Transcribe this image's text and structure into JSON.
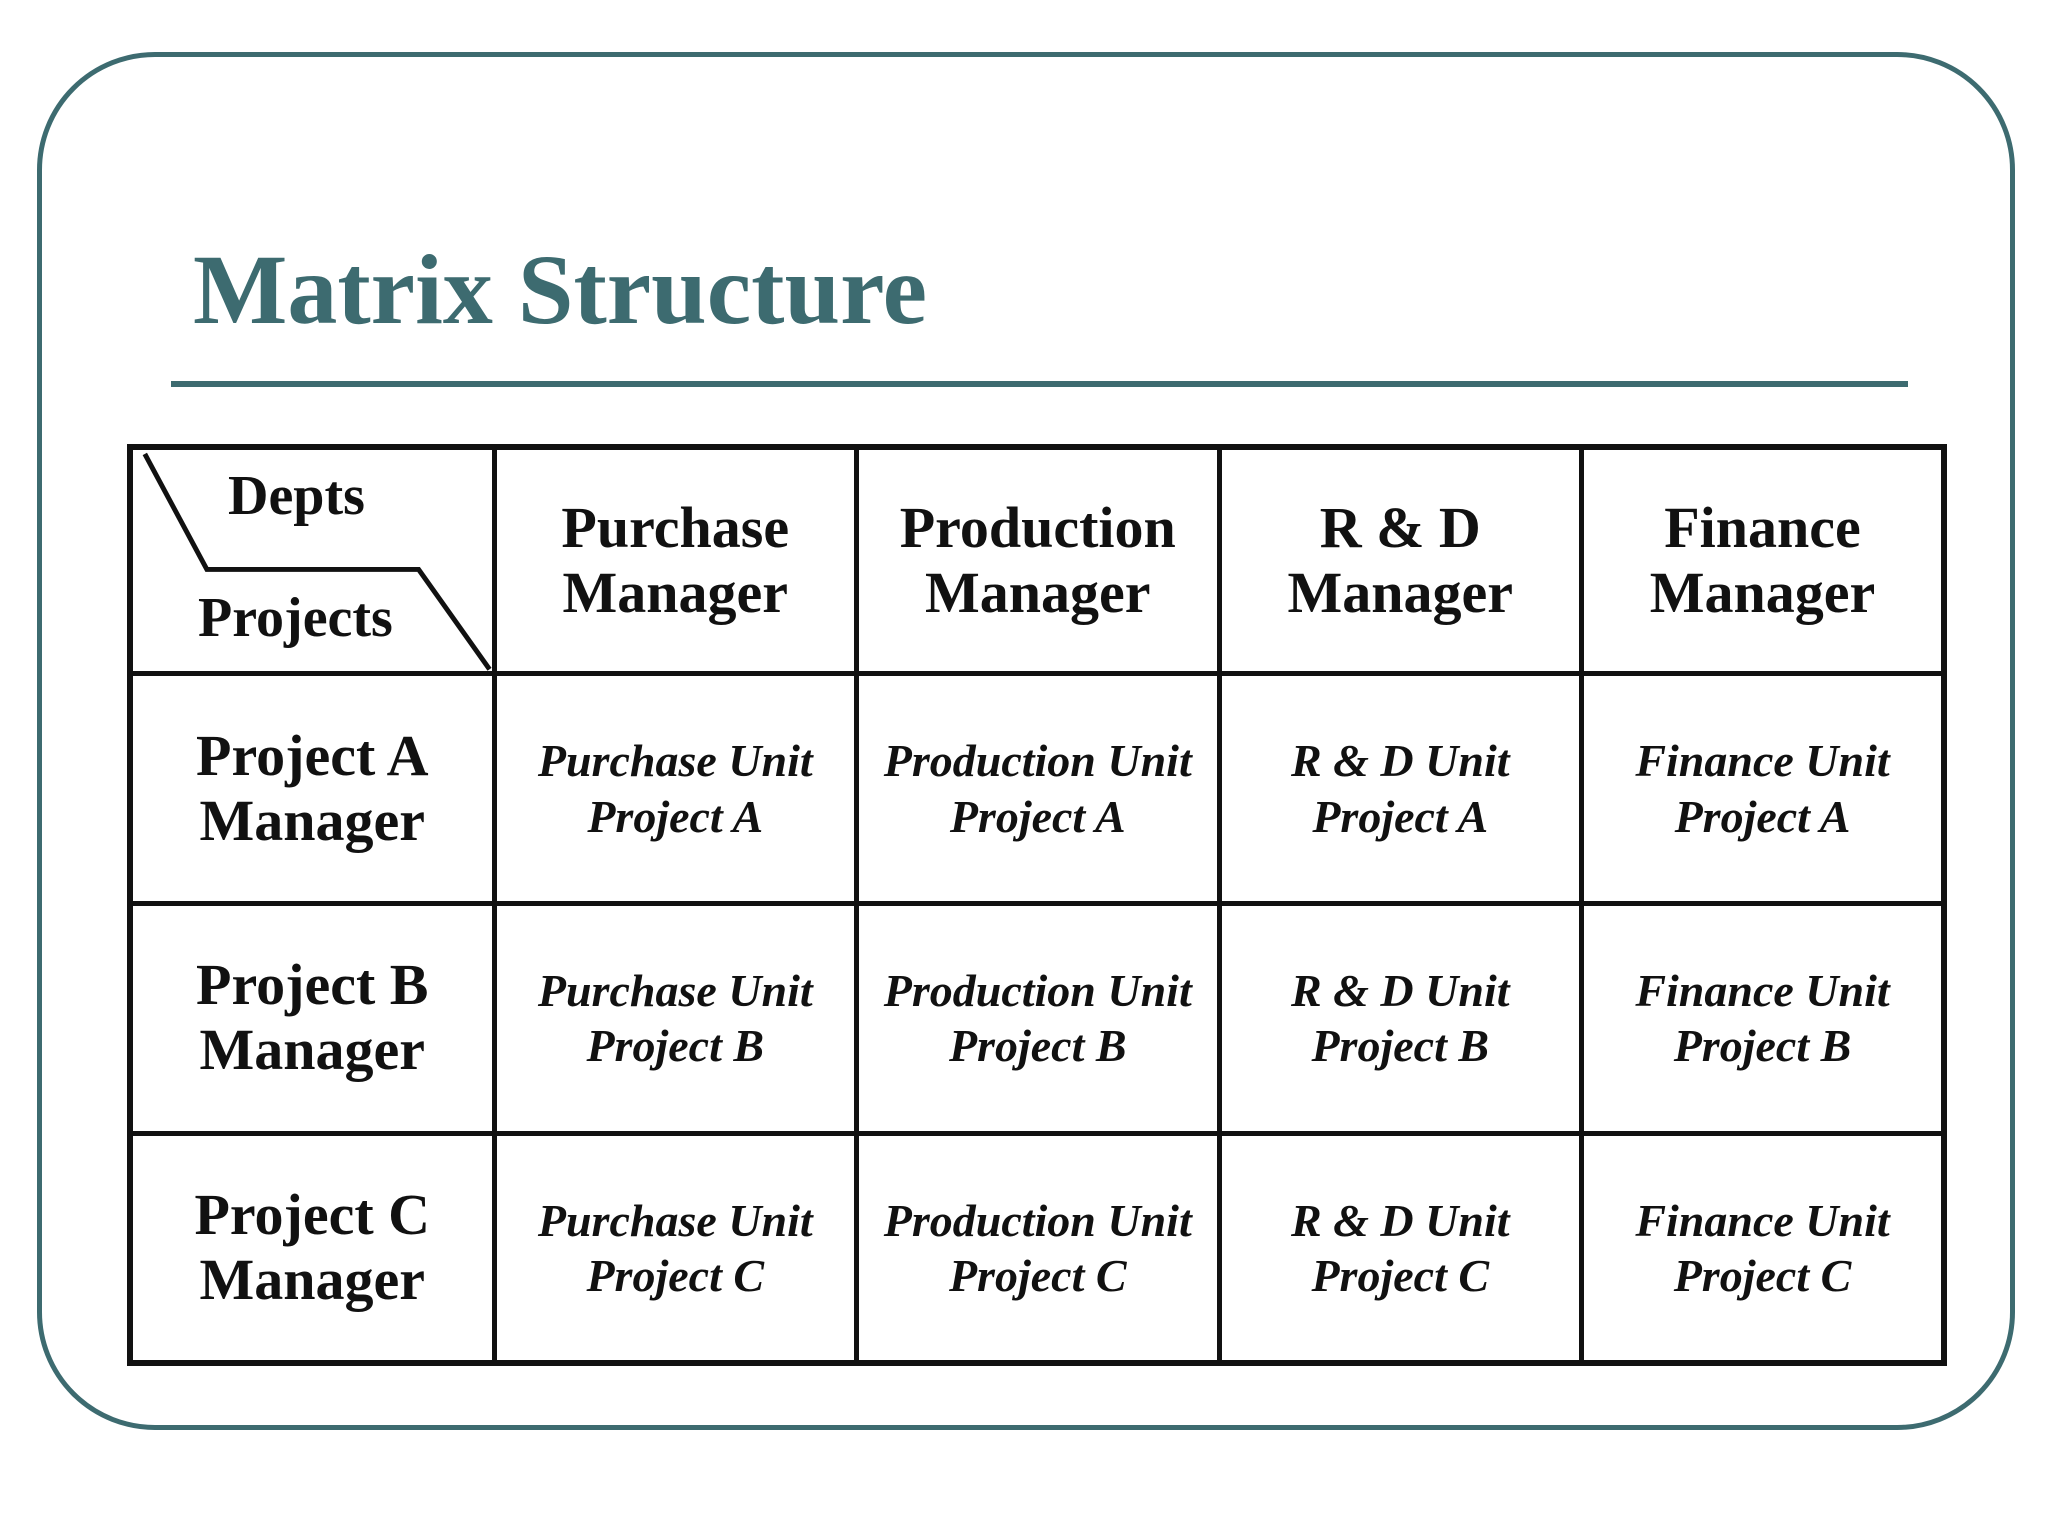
{
  "slide": {
    "title": "Matrix Structure",
    "colors": {
      "accent": "#3d6b70",
      "ink": "#111111"
    }
  },
  "matrix": {
    "corner": {
      "top_label": "Depts",
      "bottom_label": "Projects"
    },
    "departments": [
      {
        "line1": "Purchase",
        "line2": "Manager"
      },
      {
        "line1": "Production",
        "line2": "Manager"
      },
      {
        "line1": "R & D",
        "line2": "Manager"
      },
      {
        "line1": "Finance",
        "line2": "Manager"
      }
    ],
    "projects": [
      {
        "line1": "Project A",
        "line2": "Manager",
        "cells": [
          {
            "line1": "Purchase Unit",
            "line2": "Project A"
          },
          {
            "line1": "Production Unit",
            "line2": "Project A"
          },
          {
            "line1": "R & D Unit",
            "line2": "Project A"
          },
          {
            "line1": "Finance Unit",
            "line2": "Project A"
          }
        ]
      },
      {
        "line1": "Project B",
        "line2": "Manager",
        "cells": [
          {
            "line1": "Purchase Unit",
            "line2": "Project B"
          },
          {
            "line1": "Production Unit",
            "line2": "Project B"
          },
          {
            "line1": "R & D Unit",
            "line2": "Project B"
          },
          {
            "line1": "Finance Unit",
            "line2": "Project B"
          }
        ]
      },
      {
        "line1": "Project C",
        "line2": "Manager",
        "cells": [
          {
            "line1": "Purchase Unit",
            "line2": "Project C"
          },
          {
            "line1": "Production Unit",
            "line2": "Project C"
          },
          {
            "line1": "R & D Unit",
            "line2": "Project C"
          },
          {
            "line1": "Finance Unit",
            "line2": "Project C"
          }
        ]
      }
    ]
  }
}
